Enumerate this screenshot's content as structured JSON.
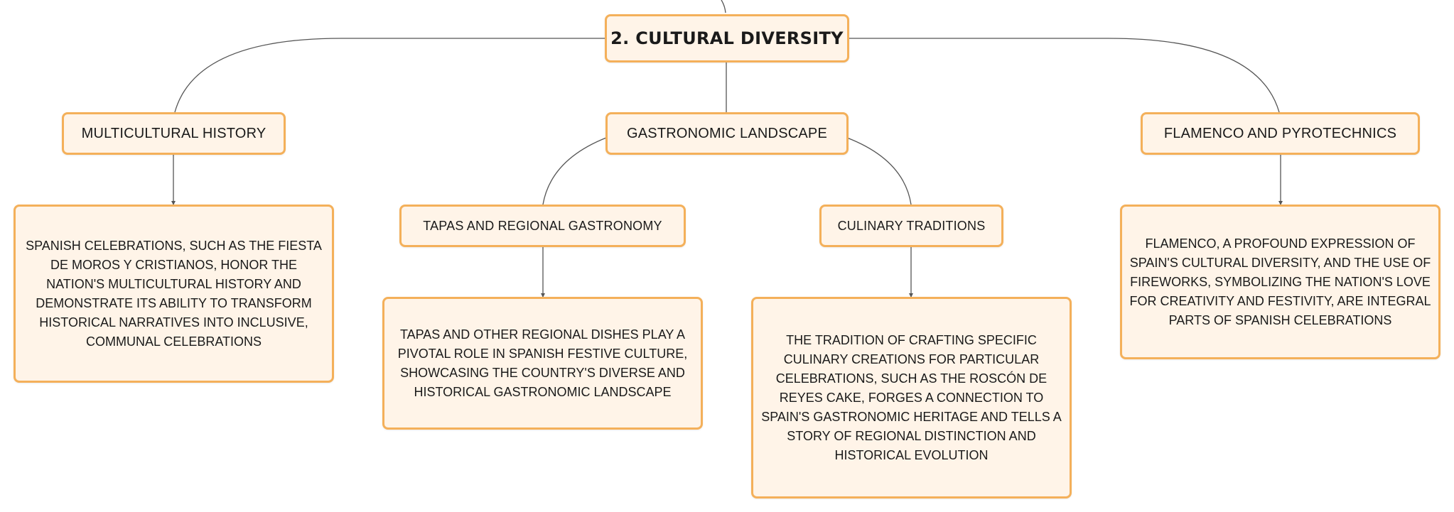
{
  "diagram": {
    "root": {
      "label": "2. CULTURAL DIVERSITY"
    },
    "branches": [
      {
        "label": "MULTICULTURAL HISTORY",
        "detail": "SPANISH CELEBRATIONS, SUCH AS THE FIESTA DE MOROS Y CRISTIANOS, HONOR THE NATION'S MULTICULTURAL HISTORY AND DEMONSTRATE ITS ABILITY TO TRANSFORM HISTORICAL NARRATIVES INTO INCLUSIVE, COMMUNAL CELEBRATIONS"
      },
      {
        "label": "GASTRONOMIC LANDSCAPE",
        "children": [
          {
            "label": "TAPAS AND REGIONAL GASTRONOMY",
            "detail": "TAPAS AND OTHER REGIONAL DISHES PLAY A PIVOTAL ROLE IN SPANISH FESTIVE CULTURE, SHOWCASING THE COUNTRY'S DIVERSE AND HISTORICAL GASTRONOMIC LANDSCAPE"
          },
          {
            "label": "CULINARY TRADITIONS",
            "detail": "THE TRADITION OF CRAFTING SPECIFIC CULINARY CREATIONS FOR PARTICULAR CELEBRATIONS, SUCH AS THE ROSCÓN DE REYES CAKE, FORGES A CONNECTION TO SPAIN'S GASTRONOMIC HERITAGE AND TELLS A STORY OF REGIONAL DISTINCTION AND HISTORICAL EVOLUTION"
          }
        ]
      },
      {
        "label": "FLAMENCO AND PYROTECHNICS",
        "detail": "FLAMENCO, A PROFOUND EXPRESSION OF SPAIN'S CULTURAL DIVERSITY, AND THE USE OF FIREWORKS, SYMBOLIZING THE NATION'S LOVE FOR CREATIVITY AND FESTIVITY, ARE INTEGRAL PARTS OF SPANISH CELEBRATIONS"
      }
    ]
  },
  "colors": {
    "node_fill": "#fff4e8",
    "node_border": "#f4b05a",
    "connector": "#555555",
    "text": "#1a1a1a"
  }
}
